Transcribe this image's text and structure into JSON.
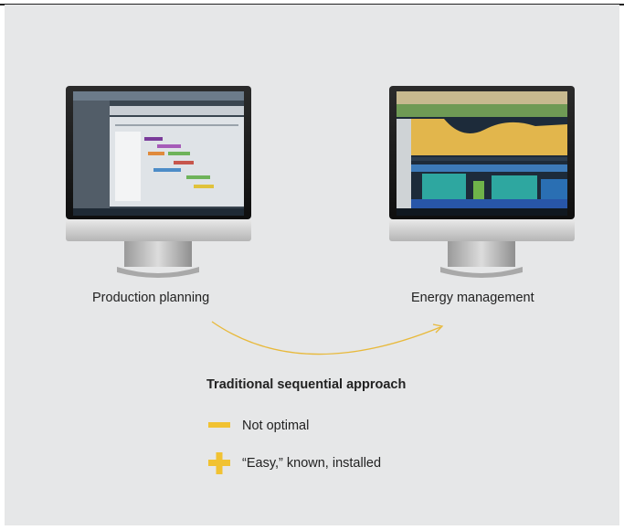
{
  "monitors": [
    {
      "label": "Production planning"
    },
    {
      "label": "Energy management"
    }
  ],
  "approach": {
    "title": "Traditional sequential approach",
    "items": [
      {
        "symbol": "minus-icon",
        "text": "Not optimal"
      },
      {
        "symbol": "plus-icon",
        "text": "“Easy,” known, installed"
      }
    ]
  },
  "colors": {
    "background": "#e6e7e8",
    "accent": "#f1c232",
    "arrow": "#e8b93a"
  }
}
